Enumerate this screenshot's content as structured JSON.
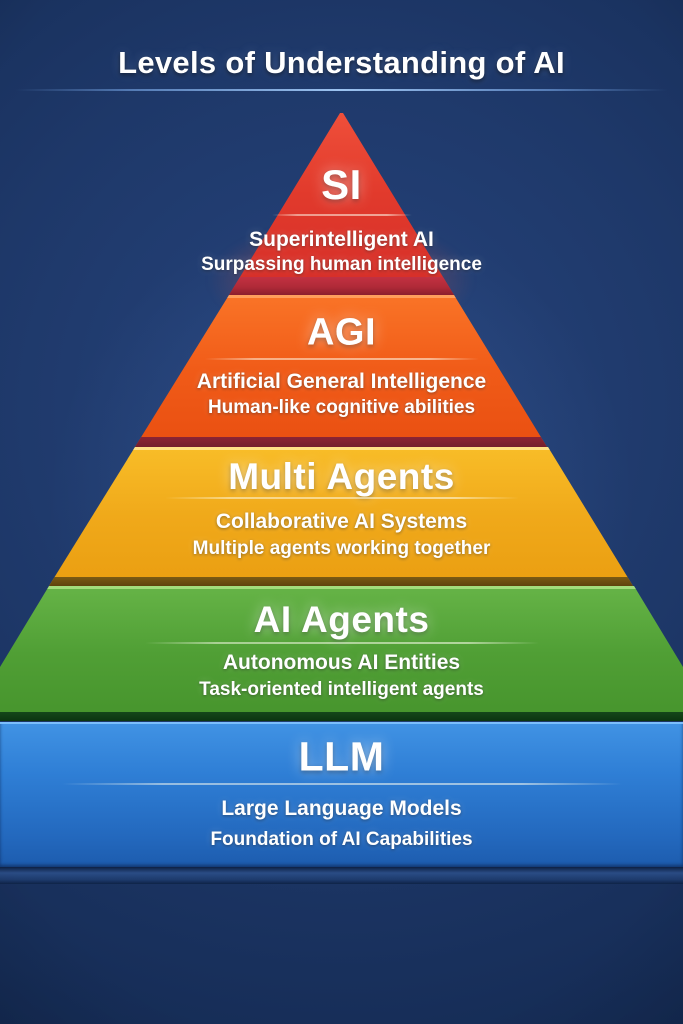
{
  "header": {
    "title": "Levels of Understanding of AI"
  },
  "background_color": "#1e3869",
  "pyramid": {
    "levels": [
      {
        "key": "si",
        "title": "SI",
        "subtitle1": "Superintelligent AI",
        "subtitle2": "Surpassing human intelligence",
        "color": "#e13a2c"
      },
      {
        "key": "agi",
        "title": "AGI",
        "subtitle1": "Artificial General Intelligence",
        "subtitle2": "Human-like cognitive abilities",
        "color": "#f05b18"
      },
      {
        "key": "multi-agents",
        "title": "Multi Agents",
        "subtitle1": "Collaborative AI Systems",
        "subtitle2": "Multiple agents working together",
        "color": "#f0a91a"
      },
      {
        "key": "ai-agents",
        "title": "AI Agents",
        "subtitle1": "Autonomous AI Entities",
        "subtitle2": "Task-oriented intelligent agents",
        "color": "#509f35"
      },
      {
        "key": "llm",
        "title": "LLM",
        "subtitle1": "Large Language Models",
        "subtitle2": "Foundation of AI Capabilities",
        "color": "#2f7fd6"
      }
    ]
  }
}
